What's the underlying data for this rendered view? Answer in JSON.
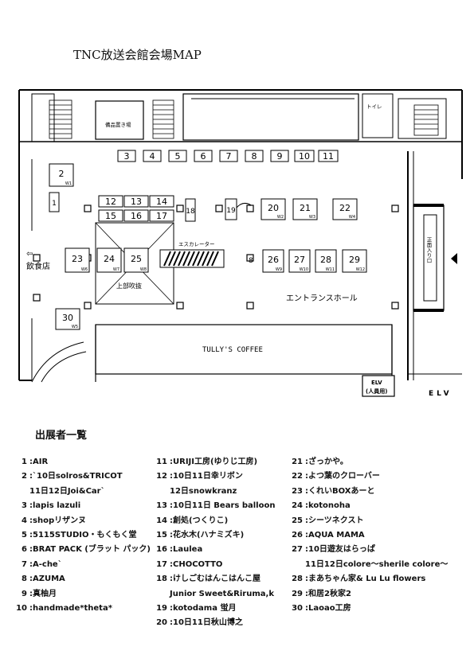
{
  "title": "TNC放送会館会場MAP",
  "map": {
    "labels": {
      "storage": "備品置き場",
      "toilet": "トイレ",
      "escalator": "エスカレーター",
      "atrium": "上部吹抜",
      "entrance_hall": "エントランスホール",
      "restaurant": "飲食店",
      "cafe": "TULLY'S COFFEE",
      "front_entrance": "正面入り口",
      "elv_box": "ELV",
      "elv_box_sub": "(人員用)",
      "elv_right": "ELV",
      "stray_8": "8"
    },
    "booths": [
      {
        "id": "b3",
        "num": "3"
      },
      {
        "id": "b4",
        "num": "4"
      },
      {
        "id": "b5",
        "num": "5"
      },
      {
        "id": "b6",
        "num": "6"
      },
      {
        "id": "b7",
        "num": "7"
      },
      {
        "id": "b8",
        "num": "8"
      },
      {
        "id": "b9",
        "num": "9"
      },
      {
        "id": "b10",
        "num": "10"
      },
      {
        "id": "b11",
        "num": "11"
      },
      {
        "id": "b12",
        "num": "12"
      },
      {
        "id": "b13",
        "num": "13"
      },
      {
        "id": "b14",
        "num": "14"
      },
      {
        "id": "b15",
        "num": "15"
      },
      {
        "id": "b16",
        "num": "16"
      },
      {
        "id": "b17",
        "num": "17"
      },
      {
        "id": "b18",
        "num": "18"
      },
      {
        "id": "b19",
        "num": "19"
      },
      {
        "id": "b1",
        "num": "1"
      },
      {
        "id": "b2",
        "num": "2",
        "wall": "W1"
      },
      {
        "id": "b20",
        "num": "20",
        "wall": "W2"
      },
      {
        "id": "b21",
        "num": "21",
        "wall": "W3"
      },
      {
        "id": "b22",
        "num": "22",
        "wall": "W4"
      },
      {
        "id": "b23",
        "num": "23",
        "wall": "W6"
      },
      {
        "id": "b24",
        "num": "24",
        "wall": "W7"
      },
      {
        "id": "b25",
        "num": "25",
        "wall": "W8"
      },
      {
        "id": "b26",
        "num": "26",
        "wall": "W9"
      },
      {
        "id": "b27",
        "num": "27",
        "wall": "W10"
      },
      {
        "id": "b28",
        "num": "28",
        "wall": "W11"
      },
      {
        "id": "b29",
        "num": "29",
        "wall": "W12"
      },
      {
        "id": "b30",
        "num": "30",
        "wall": "W5"
      }
    ]
  },
  "exhibitors": {
    "heading": "出展者一覧",
    "col1": [
      {
        "num": "1",
        "name": ":AIR"
      },
      {
        "num": "2",
        "name": ":`10日solros&TRICOT"
      },
      {
        "num": "",
        "name": "11日12日Joi&Car`"
      },
      {
        "num": "3",
        "name": ":lapis lazuli"
      },
      {
        "num": "4",
        "name": ":shopリザンヌ"
      },
      {
        "num": "5",
        "name": ":5115STUDIO・もくもく堂"
      },
      {
        "num": "6",
        "name": ":BRAT PACK (ブラット パック)"
      },
      {
        "num": "7",
        "name": ":A-che`"
      },
      {
        "num": "8",
        "name": ":AZUMA"
      },
      {
        "num": "9",
        "name": ":真柚月"
      },
      {
        "num": "10",
        "name": ":handmade*theta*"
      }
    ],
    "col2": [
      {
        "num": "11",
        "name": ":URIJI工房(ゆりじ工房)"
      },
      {
        "num": "12",
        "name": ":10日11日幸リボン"
      },
      {
        "num": "",
        "name": "12日snowkranz"
      },
      {
        "num": "13",
        "name": ":10日11日 Bears balloon"
      },
      {
        "num": "14",
        "name": ":創処(つくりこ)"
      },
      {
        "num": "15",
        "name": ":花水木(ハナミズキ)"
      },
      {
        "num": "16",
        "name": ":Laulea"
      },
      {
        "num": "17",
        "name": ":CHOCOTTO"
      },
      {
        "num": "18",
        "name": ":けしごむはんこはんこ屋"
      },
      {
        "num": "",
        "name": "Junior Sweet&Riruma,k"
      },
      {
        "num": "19",
        "name": ":kotodama 蛍月"
      },
      {
        "num": "20",
        "name": ":10日11日秋山博之"
      }
    ],
    "col3": [
      {
        "num": "21",
        "name": ":ざっかや。"
      },
      {
        "num": "22",
        "name": ":よつ葉のクローバー"
      },
      {
        "num": "23",
        "name": ":くれいBOXあーと"
      },
      {
        "num": "24",
        "name": ":kotonoha"
      },
      {
        "num": "25",
        "name": ":シーツネクスト"
      },
      {
        "num": "26",
        "name": ":AQUA MAMA"
      },
      {
        "num": "27",
        "name": ":10日遊友はらっぱ"
      },
      {
        "num": "",
        "name": "11日12日colore～sherile colore～"
      },
      {
        "num": "28",
        "name": ":まあちゃん家& Lu Lu flowers"
      },
      {
        "num": "29",
        "name": ":和居2秋家2"
      },
      {
        "num": "30",
        "name": ":Laoao工房"
      }
    ]
  }
}
